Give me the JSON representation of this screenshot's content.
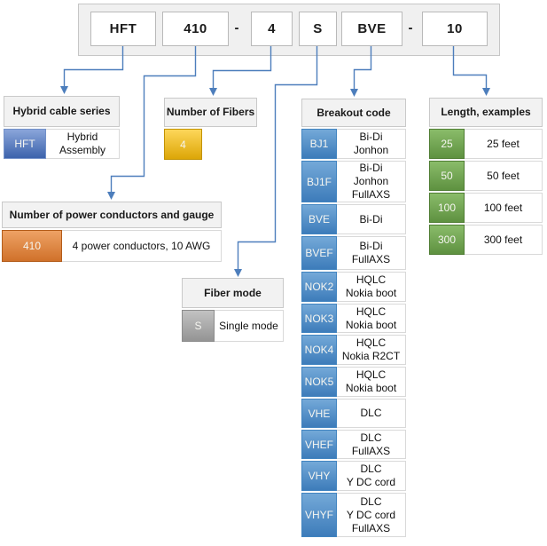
{
  "part_number": {
    "segments": [
      "HFT",
      "410",
      "-",
      "4",
      "S",
      "BVE",
      "-",
      "10"
    ]
  },
  "connector_color": "#4d7ebc",
  "sections": {
    "hybrid_series": {
      "title": "Hybrid cable series",
      "rows": [
        {
          "code": "HFT",
          "desc": "Hybrid\nAssembly"
        }
      ],
      "color": {
        "top": "#8aa5da",
        "bottom": "#3c63ac",
        "border": "#7391c9"
      }
    },
    "fibers": {
      "title": "Number of Fibers",
      "rows": [
        {
          "code": "4"
        }
      ],
      "color": {
        "top": "#fed75a",
        "bottom": "#dca607",
        "border": "#c29200"
      }
    },
    "power": {
      "title": "Number of power conductors and gauge",
      "rows": [
        {
          "code": "410",
          "desc": "4 power conductors, 10 AWG"
        }
      ],
      "color": {
        "top": "#eea265",
        "bottom": "#d0712a",
        "border": "#b35c1a"
      }
    },
    "fiber_mode": {
      "title": "Fiber mode",
      "rows": [
        {
          "code": "S",
          "desc": "Single mode"
        }
      ],
      "color": {
        "top": "#c2c2c2",
        "bottom": "#949494",
        "border": "#8c8c8c"
      }
    },
    "breakout": {
      "title": "Breakout code",
      "rows": [
        {
          "code": "BJ1",
          "desc": "Bi-Di\nJonhon"
        },
        {
          "code": "BJ1F",
          "desc": "Bi-Di\nJonhon\nFullAXS"
        },
        {
          "code": "BVE",
          "desc": "Bi-Di"
        },
        {
          "code": "BVEF",
          "desc": "Bi-Di\nFullAXS"
        },
        {
          "code": "NOK2",
          "desc": "HQLC\nNokia boot"
        },
        {
          "code": "NOK3",
          "desc": "HQLC\nNokia boot"
        },
        {
          "code": "NOK4",
          "desc": "HQLC\nNokia R2CT"
        },
        {
          "code": "NOK5",
          "desc": "HQLC\nNokia boot"
        },
        {
          "code": "VHE",
          "desc": "DLC"
        },
        {
          "code": "VHEF",
          "desc": "DLC\nFullAXS"
        },
        {
          "code": "VHY",
          "desc": "DLC\nY DC cord"
        },
        {
          "code": "VHYF",
          "desc": "DLC\nY DC cord\nFullAXS"
        }
      ],
      "color": {
        "top": "#74a9d8",
        "bottom": "#3d7cba",
        "border": "#4184c0"
      }
    },
    "length": {
      "title": "Length, examples",
      "rows": [
        {
          "code": "25",
          "desc": "25 feet"
        },
        {
          "code": "50",
          "desc": "50 feet"
        },
        {
          "code": "100",
          "desc": "100 feet"
        },
        {
          "code": "300",
          "desc": "300 feet"
        }
      ],
      "color": {
        "top": "#8abc6a",
        "bottom": "#5e9140",
        "border": "#4f7d33"
      }
    }
  }
}
